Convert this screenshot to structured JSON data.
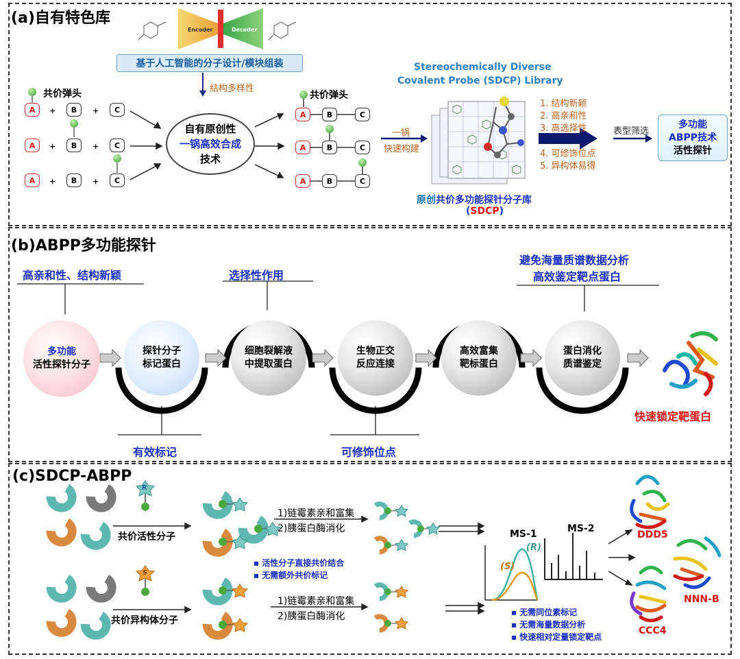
{
  "panel_a": {
    "title": "(a)自有特色库",
    "encoder": "Encoder",
    "decoder": "Decoder",
    "ai_design": "基于人工智能的分子设计/模块组装",
    "diversity": "结构多样性",
    "warhead_left": "共价弹头",
    "warhead_right": "共价弹头",
    "module_a": "A",
    "module_b": "B",
    "module_c": "C",
    "plus": "+",
    "ellipse_line1": "自有原创性",
    "ellipse_line2": "一锅高效合成",
    "ellipse_line3": "技术",
    "library_line1": "Stereochemically Diverse",
    "library_line2": "Covalent Probe (SDCP) Library",
    "onepot_line1": "一锅",
    "onepot_line2": "快速构建",
    "features": [
      "1.  结构新颖",
      "2.  高亲和性",
      "3.  高选择性",
      "4.  可修饰位点",
      "5.  异构体易得"
    ],
    "screening": "表型筛选",
    "result_line1": "多功能",
    "result_line2": "ABPP技术",
    "result_line3": "活性探针",
    "caption_prefix": "原创",
    "caption_main": "共价多功能探针分子库",
    "caption_open": "(",
    "caption_abbr": "SDCP",
    "caption_close": ")"
  },
  "panel_b": {
    "title": "(b)ABPP多功能探针",
    "top_label_1": "高亲和性、结构新颖",
    "top_label_2": "选择性作用",
    "top_label_3_line1": "避免海量质谱数据分析",
    "top_label_3_line2": "高效鉴定靶点蛋白",
    "bottom_label_1": "有效标记",
    "bottom_label_2": "可修饰位点",
    "steps": [
      {
        "l1": "多功能",
        "l2": "活性探针分子"
      },
      {
        "l1": "探针分子",
        "l2": "标记蛋白"
      },
      {
        "l1": "细胞裂解液",
        "l2": "中提取蛋白"
      },
      {
        "l1": "生物正交",
        "l2": "反应连接"
      },
      {
        "l1": "高效富集",
        "l2": "靶标蛋白"
      },
      {
        "l1": "蛋白消化",
        "l2": "质谱鉴定"
      }
    ],
    "final_label": "快速锁定靶蛋白"
  },
  "panel_c": {
    "title": "(c)SDCP-ABPP",
    "label_r": "R",
    "label_s": "S",
    "label_r_paren": "(R)",
    "label_s_paren": "(S)",
    "covalent_active": "共价活性分子",
    "covalent_isomer": "共价异构体分子",
    "step1_top": "1)链霉素亲和富集",
    "step2_top": "2)胰蛋白酶消化",
    "step1_bottom": "1)链霉素亲和富集",
    "step2_bottom": "2)胰蛋白酶消化",
    "note_1": "▪ 活性分子直接共价结合",
    "note_2": "▪ 无需额外共价标记",
    "ms1": "MS-1",
    "ms2": "MS-2",
    "adv_1": "▪ 无需同位素标记",
    "adv_2": "▪ 无需海量数据分析",
    "adv_3": "▪ 快速相对定量锁定靶点",
    "protein_1": "DDD5",
    "protein_2": "NNN-B",
    "protein_3": "CCC4"
  },
  "colors": {
    "blue_text": "#1a2fc4",
    "orange_text": "#c0601a",
    "red_text": "#e01010",
    "teal_protein": "#5fb7b2",
    "orange_protein": "#d9893f",
    "gray_protein": "#7a7a7a",
    "navy_arrow": "#0c1a6e"
  }
}
